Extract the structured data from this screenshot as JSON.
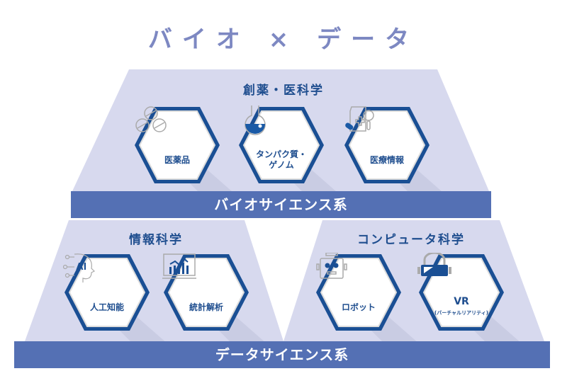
{
  "title": "バイオ × データ",
  "bio": {
    "section": "創薬・医科学",
    "band": "バイオサイエンス系",
    "items": [
      {
        "label": "医薬品",
        "icon": "pills-icon"
      },
      {
        "label": "タンパク質・",
        "label2": "ゲノム",
        "icon": "flask-icon"
      },
      {
        "label": "医療情報",
        "icon": "medical-record-icon"
      }
    ]
  },
  "info": {
    "section": "情報科学",
    "items": [
      {
        "label": "人工知能",
        "icon": "ai-head-icon",
        "icon_text": "AI"
      },
      {
        "label": "統計解析",
        "icon": "chart-monitor-icon"
      }
    ]
  },
  "cs": {
    "section": "コンピュータ科学",
    "items": [
      {
        "label": "ロボット",
        "icon": "robot-icon"
      },
      {
        "label": "VR",
        "label2": "(バーチャルリアリティ)",
        "icon": "vr-headset-icon"
      }
    ]
  },
  "data": {
    "band": "データサイエンス系"
  },
  "colors": {
    "band": "#5470b4",
    "shape": "#d7d9ee",
    "hex_border": "#1a4f94",
    "text": "#1f4e8f",
    "title": "#7d88c2"
  }
}
